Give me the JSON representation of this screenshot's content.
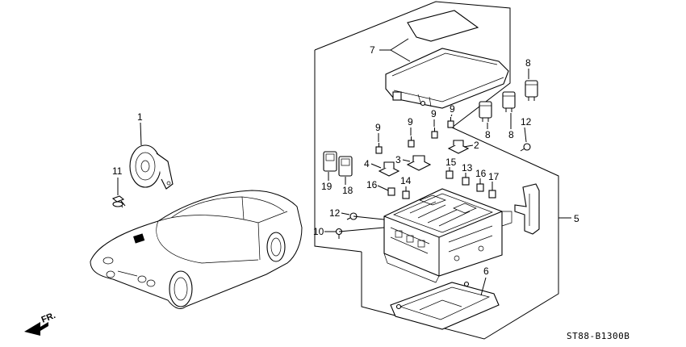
{
  "diagram": {
    "callouts": [
      "1",
      "2",
      "3",
      "4",
      "5",
      "6",
      "7",
      "8",
      "8",
      "8",
      "9",
      "9",
      "9",
      "9",
      "10",
      "11",
      "12",
      "12",
      "13",
      "14",
      "15",
      "16",
      "16",
      "17",
      "18",
      "19"
    ],
    "part_code": "ST88-B1300B",
    "direction_label": "FR."
  }
}
